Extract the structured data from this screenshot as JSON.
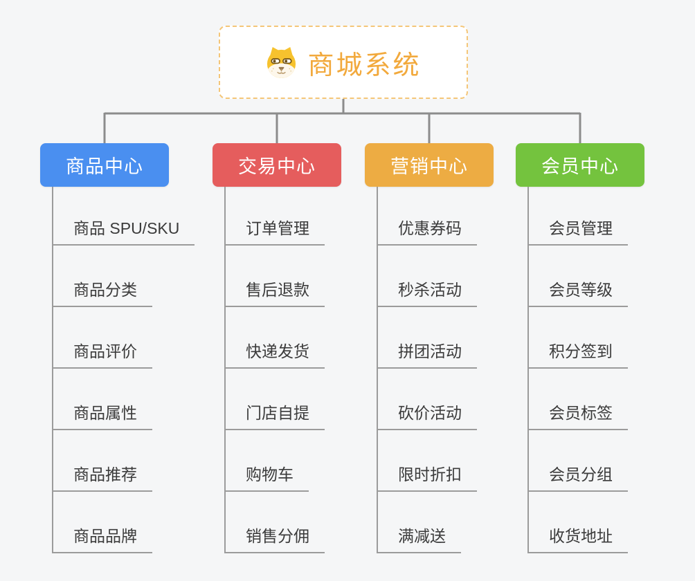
{
  "canvas": {
    "background": "#f5f6f7"
  },
  "root": {
    "label": "商城系统",
    "icon": "dog-face-icon",
    "text_color": "#f2a93c",
    "border_color": "#f4c678"
  },
  "connectors": {
    "tree_color": "#8c8c8c",
    "leaf_line_color": "#9b9b9b"
  },
  "branches": [
    {
      "label": "商品中心",
      "color": "#4a8ff0",
      "children": [
        "商品 SPU/SKU",
        "商品分类",
        "商品评价",
        "商品属性",
        "商品推荐",
        "商品品牌"
      ]
    },
    {
      "label": "交易中心",
      "color": "#e55d5d",
      "children": [
        "订单管理",
        "售后退款",
        "快递发货",
        "门店自提",
        "购物车",
        "销售分佣"
      ]
    },
    {
      "label": "营销中心",
      "color": "#edac43",
      "children": [
        "优惠券码",
        "秒杀活动",
        "拼团活动",
        "砍价活动",
        "限时折扣",
        "满减送"
      ]
    },
    {
      "label": "会员中心",
      "color": "#74c33e",
      "children": [
        "会员管理",
        "会员等级",
        "积分签到",
        "会员标签",
        "会员分组",
        "收货地址"
      ]
    }
  ]
}
